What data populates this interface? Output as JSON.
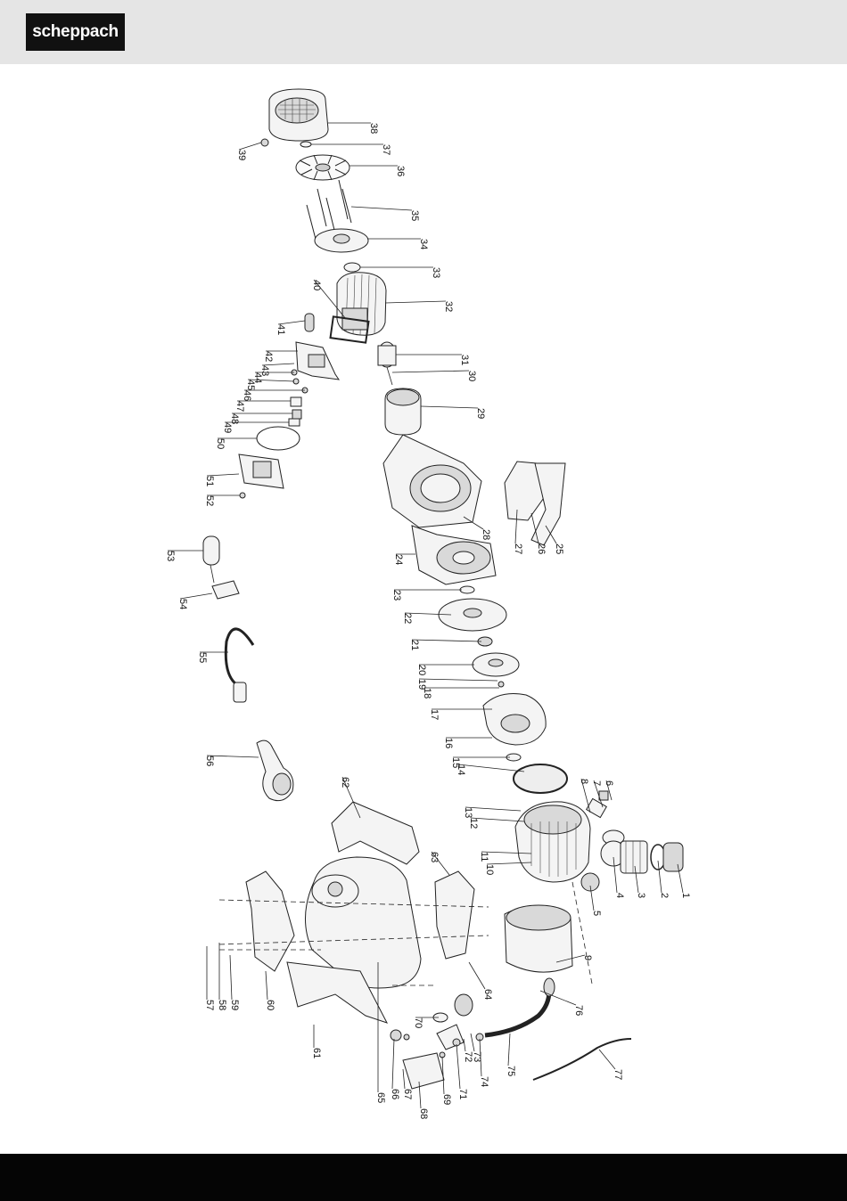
{
  "brand": {
    "logo_text": "scheppach"
  },
  "diagram": {
    "part_numbers": [
      "1",
      "2",
      "3",
      "4",
      "5",
      "6",
      "7",
      "8",
      "9",
      "10",
      "11",
      "12",
      "13",
      "14",
      "15",
      "16",
      "17",
      "18",
      "19",
      "20",
      "21",
      "22",
      "23",
      "24",
      "25",
      "26",
      "27",
      "28",
      "29",
      "30",
      "31",
      "32",
      "33",
      "34",
      "35",
      "36",
      "37",
      "38",
      "39",
      "40",
      "41",
      "42",
      "43",
      "44",
      "45",
      "46",
      "47",
      "48",
      "49",
      "50",
      "51",
      "52",
      "53",
      "54",
      "55",
      "56",
      "57",
      "58",
      "59",
      "60",
      "61",
      "62",
      "63",
      "64",
      "65",
      "66",
      "67",
      "68",
      "69",
      "70",
      "71",
      "72",
      "73",
      "74",
      "75",
      "76",
      "77"
    ]
  }
}
